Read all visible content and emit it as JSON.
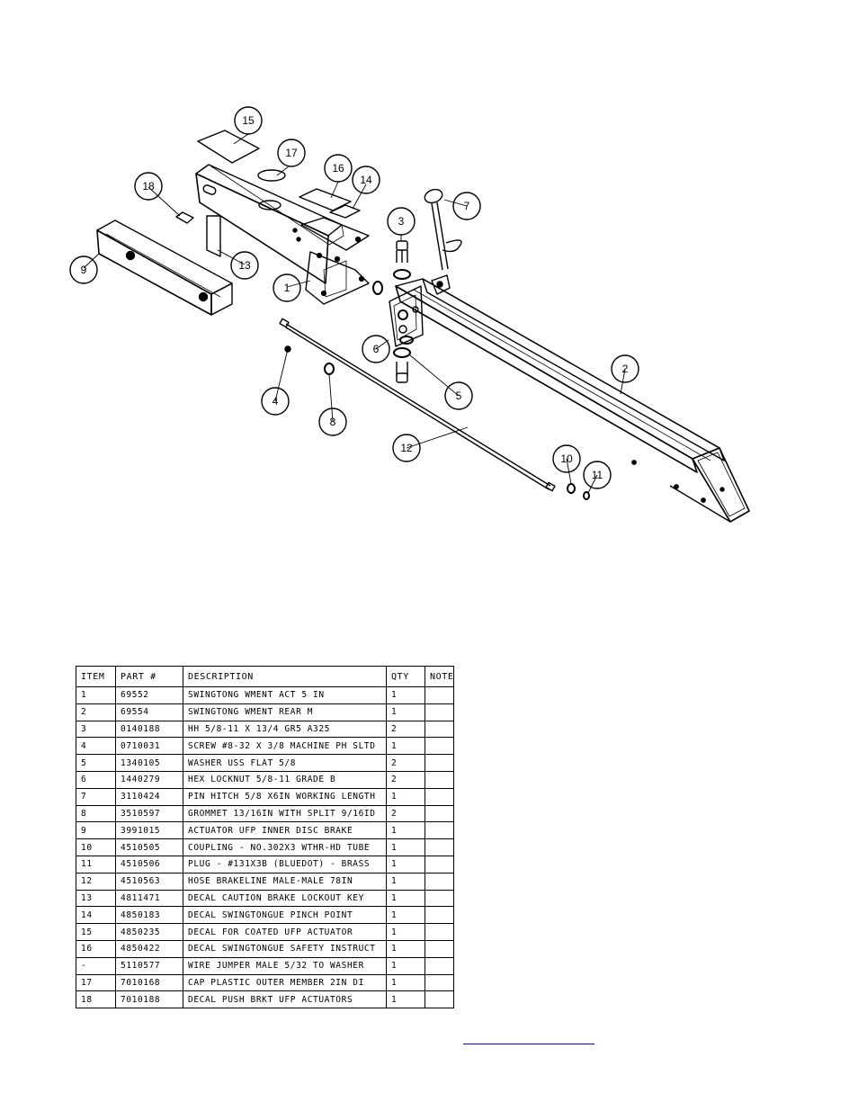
{
  "balloons": {
    "b1": "1",
    "b2": "2",
    "b3": "3",
    "b4": "4",
    "b5": "5",
    "b6": "6",
    "b7": "7",
    "b8": "8",
    "b9": "9",
    "b10": "10",
    "b11": "11",
    "b12": "12",
    "b13": "13",
    "b14": "14",
    "b15": "15",
    "b16": "16",
    "b17": "17",
    "b18": "18"
  },
  "bom": {
    "headers": [
      "ITEM",
      "PART #",
      "DESCRIPTION",
      "QTY",
      "NOTE"
    ],
    "rows": [
      {
        "item": "1",
        "part": "69552",
        "desc": "SWINGTONG WMENT ACT 5 IN",
        "qty": "1",
        "note": ""
      },
      {
        "item": "2",
        "part": "69554",
        "desc": "SWINGTONG WMENT REAR M",
        "qty": "1",
        "note": ""
      },
      {
        "item": "3",
        "part": "0140188",
        "desc": "HH 5/8-11 X 13/4  GR5 A325",
        "qty": "2",
        "note": ""
      },
      {
        "item": "4",
        "part": "0710031",
        "desc": "SCREW #8-32 X 3/8 MACHINE PH SLTD",
        "qty": "1",
        "note": ""
      },
      {
        "item": "5",
        "part": "1340105",
        "desc": "WASHER USS FLAT 5/8",
        "qty": "2",
        "note": ""
      },
      {
        "item": "6",
        "part": "1440279",
        "desc": "HEX LOCKNUT 5/8-11 GRADE B",
        "qty": "2",
        "note": ""
      },
      {
        "item": "7",
        "part": "3110424",
        "desc": "PIN HITCH 5/8 X6IN WORKING LENGTH",
        "qty": "1",
        "note": ""
      },
      {
        "item": "8",
        "part": "3510597",
        "desc": "GROMMET 13/16IN  WITH SPLIT 9/16ID",
        "qty": "2",
        "note": ""
      },
      {
        "item": "9",
        "part": "3991015",
        "desc": "ACTUATOR UFP INNER  DISC BRAKE",
        "qty": "1",
        "note": ""
      },
      {
        "item": "10",
        "part": "4510505",
        "desc": "COUPLING - NO.302X3 WTHR-HD TUBE",
        "qty": "1",
        "note": ""
      },
      {
        "item": "11",
        "part": "4510506",
        "desc": "PLUG - #131X3B (BLUEDOT) - BRASS",
        "qty": "1",
        "note": ""
      },
      {
        "item": "12",
        "part": "4510563",
        "desc": "HOSE BRAKELINE MALE-MALE 78IN",
        "qty": "1",
        "note": ""
      },
      {
        "item": "13",
        "part": "4811471",
        "desc": "DECAL CAUTION BRAKE LOCKOUT KEY",
        "qty": "1",
        "note": ""
      },
      {
        "item": "14",
        "part": "4850183",
        "desc": "DECAL SWINGTONGUE PINCH POINT",
        "qty": "1",
        "note": ""
      },
      {
        "item": "15",
        "part": "4850235",
        "desc": "DECAL FOR COATED UFP ACTUATOR",
        "qty": "1",
        "note": ""
      },
      {
        "item": "16",
        "part": "4850422",
        "desc": "DECAL SWINGTONGUE SAFETY INSTRUCT",
        "qty": "1",
        "note": ""
      },
      {
        "item": "-",
        "part": "5110577",
        "desc": "WIRE JUMPER MALE 5/32 TO WASHER",
        "qty": "1",
        "note": ""
      },
      {
        "item": "17",
        "part": "7010168",
        "desc": "CAP  PLASTIC OUTER MEMBER 2IN DI",
        "qty": "1",
        "note": ""
      },
      {
        "item": "18",
        "part": "7010188",
        "desc": "DECAL PUSH BRKT UFP ACTUATORS",
        "qty": "1",
        "note": ""
      }
    ]
  },
  "colors": {
    "line": "#000000",
    "link": "#0000ee"
  }
}
